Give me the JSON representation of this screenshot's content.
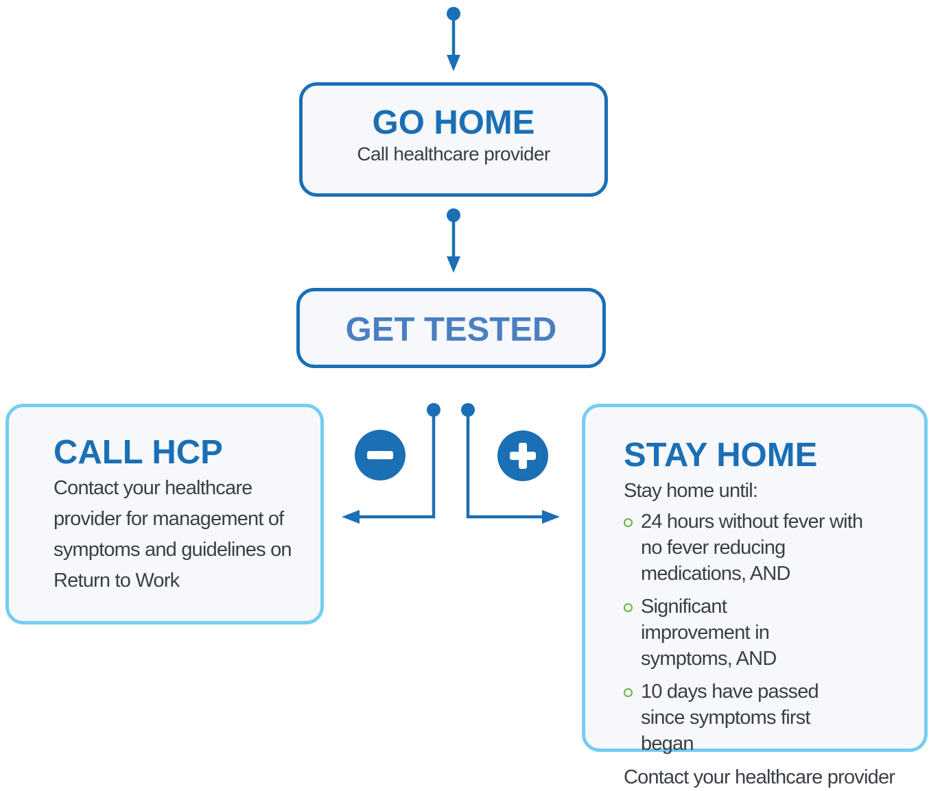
{
  "go_home": {
    "title": "GO HOME",
    "subtitle": "Call healthcare provider"
  },
  "get_tested": {
    "title": "GET TESTED"
  },
  "call_hcp": {
    "title": "CALL HCP",
    "body": "Contact your healthcare provider for management of symptoms and guidelines on Return to Work"
  },
  "stay_home": {
    "title": "STAY HOME",
    "intro": "Stay home until:",
    "conditions": [
      "24 hours without fever with no fever reducing medications, AND",
      "Significant improvement in symptoms, AND",
      "10 days have passed since symptoms first began"
    ],
    "outro": "Contact your healthcare provider"
  },
  "icons": {
    "negative": "minus-circle-icon",
    "positive": "plus-circle-icon"
  },
  "colors": {
    "primary_blue": "#1a6fb5",
    "light_blue": "#75cdf0",
    "get_tested_text": "#4a7fc1",
    "bullet_green": "#6db33f",
    "body_text": "#3a3f46",
    "box_fill": "#f6f8fb"
  }
}
